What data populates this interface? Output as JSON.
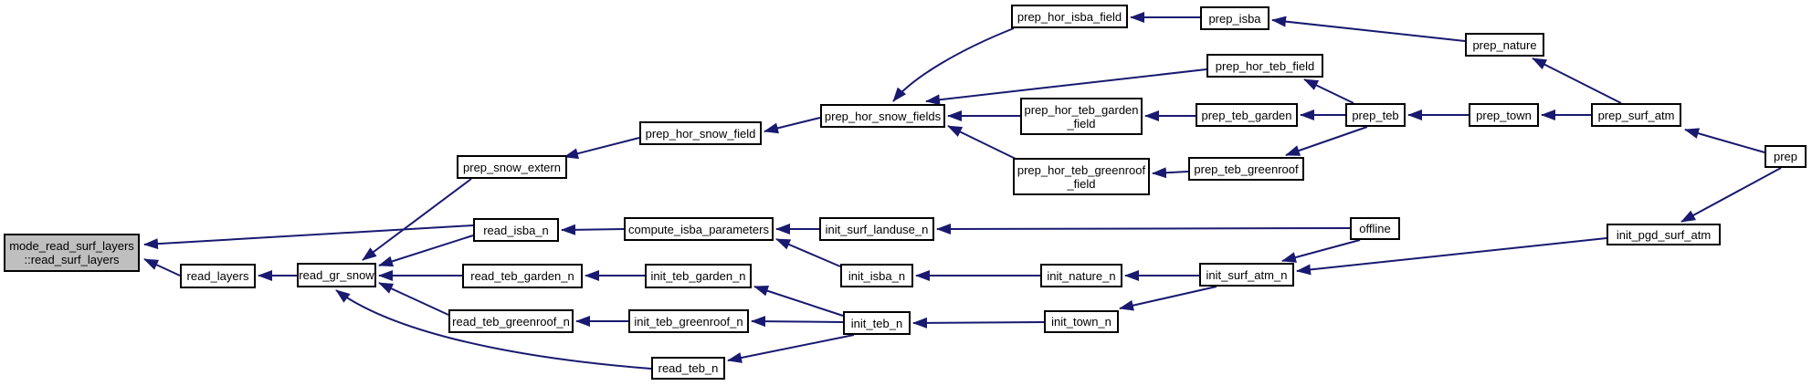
{
  "diagram": {
    "type": "caller-graph",
    "colors": {
      "edge": "#191970",
      "node_fill": "#ffffff",
      "node_border": "#000000",
      "root_fill": "#bfbfbf",
      "text": "#000000",
      "background": "#ffffff"
    },
    "nodes": [
      {
        "id": "read_surf_layers",
        "lines": [
          "mode_read_surf_layers",
          "::read_surf_layers"
        ],
        "highlighted": true
      },
      {
        "id": "read_layers",
        "lines": [
          "read_layers"
        ]
      },
      {
        "id": "read_gr_snow",
        "lines": [
          "read_gr_snow"
        ]
      },
      {
        "id": "prep_snow_extern",
        "lines": [
          "prep_snow_extern"
        ]
      },
      {
        "id": "prep_hor_snow_field",
        "lines": [
          "prep_hor_snow_field"
        ]
      },
      {
        "id": "prep_hor_snow_fields",
        "lines": [
          "prep_hor_snow_fields"
        ]
      },
      {
        "id": "prep_hor_isba_field",
        "lines": [
          "prep_hor_isba_field"
        ]
      },
      {
        "id": "prep_isba",
        "lines": [
          "prep_isba"
        ]
      },
      {
        "id": "prep_nature",
        "lines": [
          "prep_nature"
        ]
      },
      {
        "id": "prep_hor_teb_field",
        "lines": [
          "prep_hor_teb_field"
        ]
      },
      {
        "id": "prep_hor_teb_garden_field",
        "lines": [
          "prep_hor_teb_garden",
          "_field"
        ]
      },
      {
        "id": "prep_teb_garden",
        "lines": [
          "prep_teb_garden"
        ]
      },
      {
        "id": "prep_teb",
        "lines": [
          "prep_teb"
        ]
      },
      {
        "id": "prep_town",
        "lines": [
          "prep_town"
        ]
      },
      {
        "id": "prep_surf_atm",
        "lines": [
          "prep_surf_atm"
        ]
      },
      {
        "id": "prep",
        "lines": [
          "prep"
        ]
      },
      {
        "id": "prep_hor_teb_greenroof_field",
        "lines": [
          "prep_hor_teb_greenroof",
          "_field"
        ]
      },
      {
        "id": "prep_teb_greenroof",
        "lines": [
          "prep_teb_greenroof"
        ]
      },
      {
        "id": "read_isba_n",
        "lines": [
          "read_isba_n"
        ]
      },
      {
        "id": "compute_isba_parameters",
        "lines": [
          "compute_isba_parameters"
        ]
      },
      {
        "id": "init_surf_landuse_n",
        "lines": [
          "init_surf_landuse_n"
        ]
      },
      {
        "id": "offline",
        "lines": [
          "offline"
        ]
      },
      {
        "id": "init_pgd_surf_atm",
        "lines": [
          "init_pgd_surf_atm"
        ]
      },
      {
        "id": "read_teb_garden_n",
        "lines": [
          "read_teb_garden_n"
        ]
      },
      {
        "id": "init_teb_garden_n",
        "lines": [
          "init_teb_garden_n"
        ]
      },
      {
        "id": "init_isba_n",
        "lines": [
          "init_isba_n"
        ]
      },
      {
        "id": "init_nature_n",
        "lines": [
          "init_nature_n"
        ]
      },
      {
        "id": "init_surf_atm_n",
        "lines": [
          "init_surf_atm_n"
        ]
      },
      {
        "id": "read_teb_greenroof_n",
        "lines": [
          "read_teb_greenroof_n"
        ]
      },
      {
        "id": "init_teb_greenroof_n",
        "lines": [
          "init_teb_greenroof_n"
        ]
      },
      {
        "id": "init_teb_n",
        "lines": [
          "init_teb_n"
        ]
      },
      {
        "id": "init_town_n",
        "lines": [
          "init_town_n"
        ]
      },
      {
        "id": "read_teb_n",
        "lines": [
          "read_teb_n"
        ]
      }
    ],
    "edges": [
      {
        "from": "read_layers",
        "to": "read_surf_layers"
      },
      {
        "from": "read_isba_n",
        "to": "read_surf_layers"
      },
      {
        "from": "read_gr_snow",
        "to": "read_layers"
      },
      {
        "from": "prep_snow_extern",
        "to": "read_gr_snow"
      },
      {
        "from": "read_isba_n",
        "to": "read_gr_snow"
      },
      {
        "from": "read_teb_garden_n",
        "to": "read_gr_snow"
      },
      {
        "from": "read_teb_greenroof_n",
        "to": "read_gr_snow"
      },
      {
        "from": "read_teb_n",
        "to": "read_gr_snow"
      },
      {
        "from": "prep_hor_snow_field",
        "to": "prep_snow_extern"
      },
      {
        "from": "prep_hor_snow_fields",
        "to": "prep_hor_snow_field"
      },
      {
        "from": "prep_hor_isba_field",
        "to": "prep_hor_snow_fields"
      },
      {
        "from": "prep_hor_teb_field",
        "to": "prep_hor_snow_fields"
      },
      {
        "from": "prep_hor_teb_garden_field",
        "to": "prep_hor_snow_fields"
      },
      {
        "from": "prep_hor_teb_greenroof_field",
        "to": "prep_hor_snow_fields"
      },
      {
        "from": "prep_isba",
        "to": "prep_hor_isba_field"
      },
      {
        "from": "prep_nature",
        "to": "prep_isba"
      },
      {
        "from": "prep_surf_atm",
        "to": "prep_nature"
      },
      {
        "from": "prep_teb",
        "to": "prep_hor_teb_field"
      },
      {
        "from": "prep_teb_garden",
        "to": "prep_hor_teb_garden_field"
      },
      {
        "from": "prep_teb",
        "to": "prep_teb_garden"
      },
      {
        "from": "prep_teb",
        "to": "prep_teb_greenroof"
      },
      {
        "from": "prep_teb_greenroof",
        "to": "prep_hor_teb_greenroof_field"
      },
      {
        "from": "prep_town",
        "to": "prep_teb"
      },
      {
        "from": "prep_surf_atm",
        "to": "prep_town"
      },
      {
        "from": "prep",
        "to": "prep_surf_atm"
      },
      {
        "from": "prep",
        "to": "init_pgd_surf_atm"
      },
      {
        "from": "init_pgd_surf_atm",
        "to": "init_surf_atm_n"
      },
      {
        "from": "offline",
        "to": "init_surf_atm_n"
      },
      {
        "from": "offline",
        "to": "init_surf_landuse_n"
      },
      {
        "from": "init_surf_atm_n",
        "to": "init_nature_n"
      },
      {
        "from": "init_surf_atm_n",
        "to": "init_town_n"
      },
      {
        "from": "init_nature_n",
        "to": "init_isba_n"
      },
      {
        "from": "init_town_n",
        "to": "init_teb_n"
      },
      {
        "from": "init_isba_n",
        "to": "compute_isba_parameters"
      },
      {
        "from": "init_surf_landuse_n",
        "to": "compute_isba_parameters"
      },
      {
        "from": "compute_isba_parameters",
        "to": "read_isba_n"
      },
      {
        "from": "init_teb_n",
        "to": "init_teb_garden_n"
      },
      {
        "from": "init_teb_n",
        "to": "init_teb_greenroof_n"
      },
      {
        "from": "init_teb_n",
        "to": "read_teb_n"
      },
      {
        "from": "init_teb_garden_n",
        "to": "read_teb_garden_n"
      },
      {
        "from": "init_teb_greenroof_n",
        "to": "read_teb_greenroof_n"
      }
    ]
  }
}
